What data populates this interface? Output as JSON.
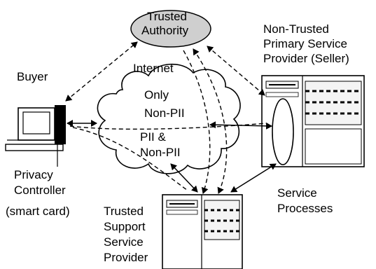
{
  "labels": {
    "trusted_authority": [
      "Trusted",
      "Authority"
    ],
    "seller": [
      "Non-Trusted",
      "Primary Service",
      "Provider (Seller)"
    ],
    "buyer": "Buyer",
    "internet": "Internet",
    "only_non_pii": [
      "Only",
      "Non-PII"
    ],
    "pii_non_pii": [
      "PII &",
      "Non-PII"
    ],
    "privacy_controller": [
      "Privacy",
      "Controller",
      "(smart card)"
    ],
    "service_processes": [
      "Service",
      "Processes"
    ],
    "trusted_support": [
      "Trusted",
      "Support",
      "Service",
      "Provider"
    ]
  },
  "colors": {
    "ink": "#000000",
    "authority_fill": "#cfcfcf",
    "paper": "#ffffff",
    "panel": "#f4f4f4"
  }
}
